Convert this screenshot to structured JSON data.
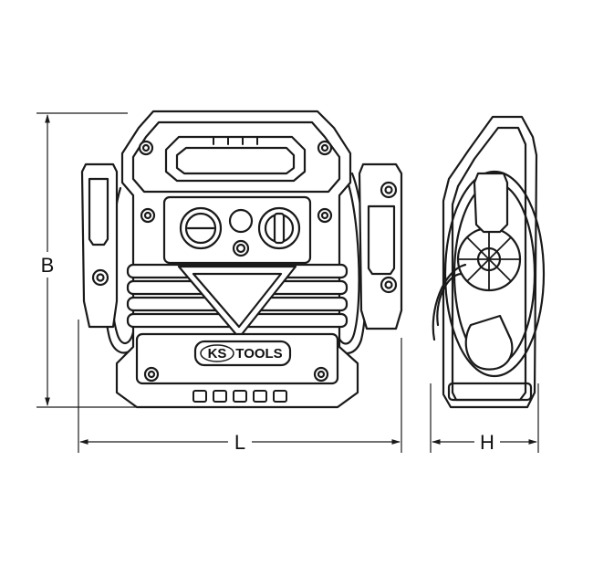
{
  "dimensions": {
    "height_label": "B",
    "length_label": "L",
    "depth_label": "H"
  },
  "brand": {
    "logo_text_left": "KS",
    "logo_text_right": "TOOLS"
  },
  "colors": {
    "line": "#1a1a1a",
    "background": "#ffffff"
  }
}
